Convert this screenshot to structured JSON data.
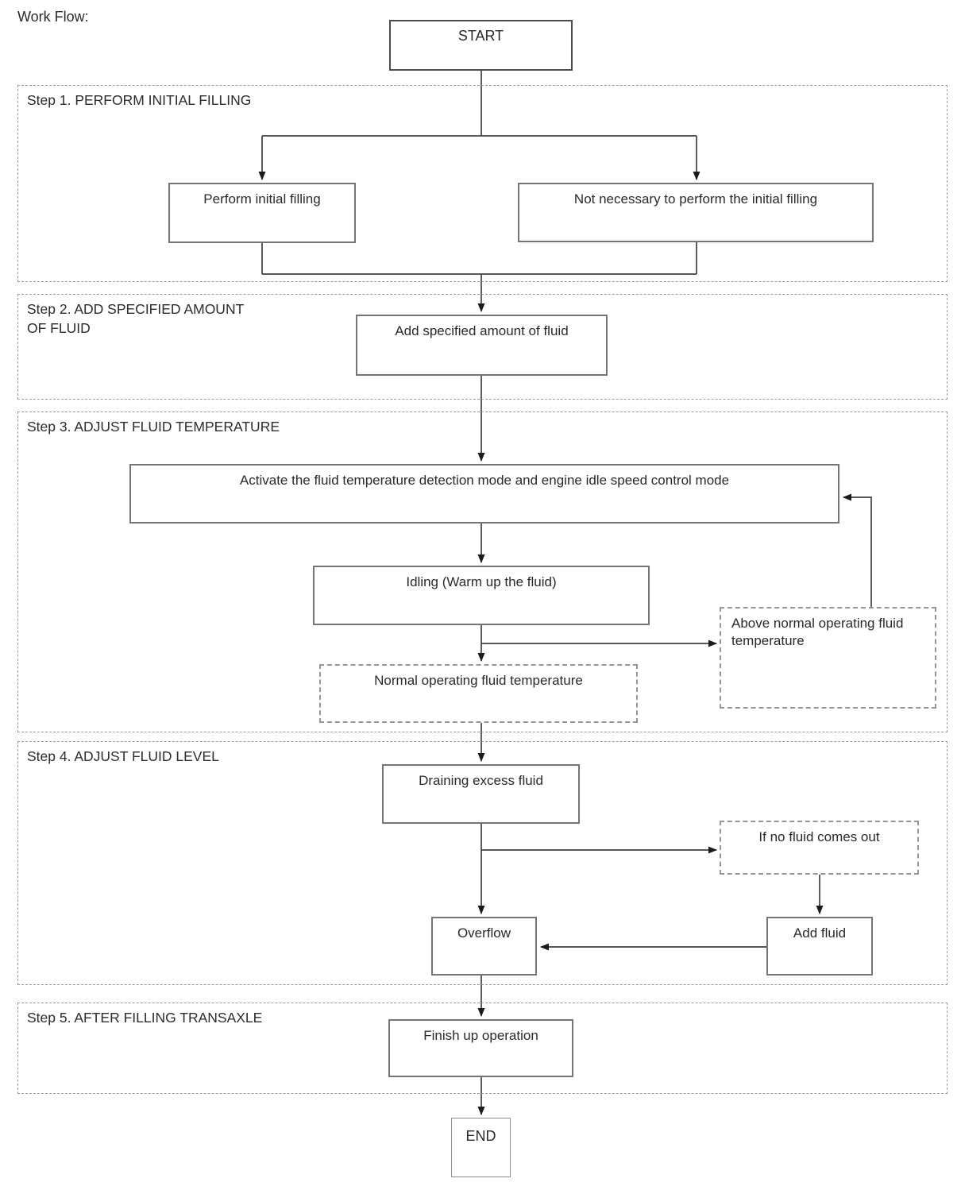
{
  "page": {
    "title": "Work Flow:"
  },
  "colors": {
    "background": "#ffffff",
    "solid_box_border": "#757575",
    "dashed_border": "#9b9b9b",
    "text": "#2a2a2a",
    "connector": "#3a3a3a"
  },
  "diagram": {
    "steps": [
      {
        "label": "Step 1. PERFORM INITIAL FILLING"
      },
      {
        "label": "Step 2. ADD SPECIFIED AMOUNT\nOF FLUID"
      },
      {
        "label": "Step 3. ADJUST FLUID TEMPERATURE"
      },
      {
        "label": "Step 4. ADJUST FLUID LEVEL"
      },
      {
        "label": "Step 5. AFTER FILLING TRANSAXLE"
      }
    ],
    "nodes": {
      "start": "START",
      "perform_initial": "Perform initial filling",
      "not_necessary": "Not necessary to perform the initial filling",
      "add_amount": "Add specified amount of fluid",
      "activate": "Activate the fluid temperature detection mode and engine idle speed control mode",
      "idling": "Idling (Warm up the fluid)",
      "above_normal": "Above normal operating fluid temperature",
      "normal_operating": "Normal operating fluid temperature",
      "draining": "Draining excess fluid",
      "if_no_fluid": "If no fluid comes out",
      "overflow": "Overflow",
      "add_fluid": "Add fluid",
      "finish": "Finish up operation",
      "end": "END"
    }
  }
}
